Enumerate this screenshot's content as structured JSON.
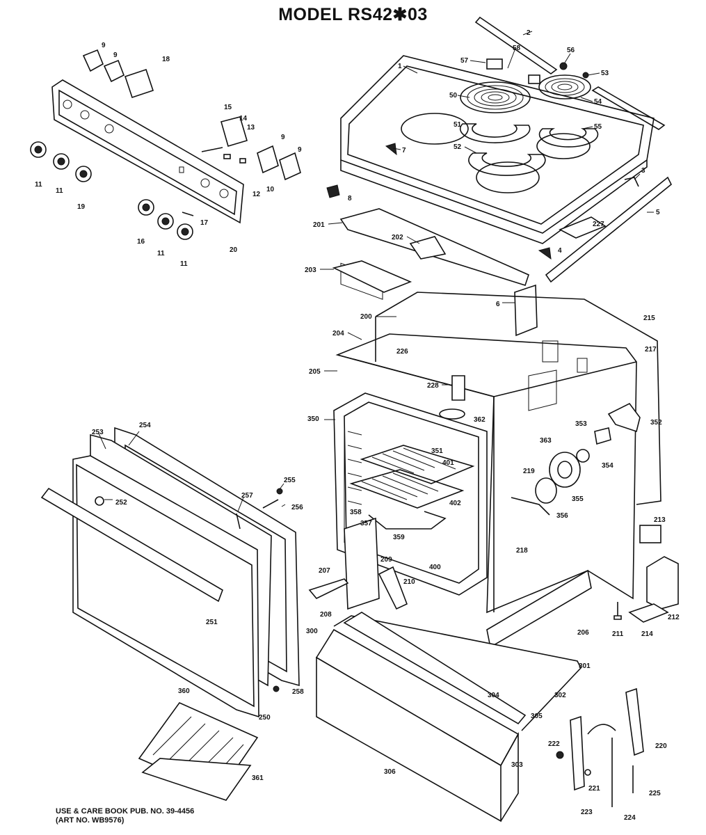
{
  "title": "MODEL RS42✱03",
  "footer": {
    "line1": "USE & CARE BOOK PUB. NO. 39-4456",
    "line2": "(ART NO. WB9576)"
  },
  "callouts": {
    "c1": "1",
    "c2": "2",
    "c3": "3",
    "c4": "4",
    "c5": "5",
    "c6": "6",
    "c7": "7",
    "c8": "8",
    "c9a": "9",
    "c9b": "9",
    "c9c": "9",
    "c9d": "9",
    "c10": "10",
    "c11a": "11",
    "c11b": "11",
    "c11c": "11",
    "c11d": "11",
    "c12": "12",
    "c13": "13",
    "c14": "14",
    "c15": "15",
    "c16": "16",
    "c17": "17",
    "c18": "18",
    "c19": "19",
    "c20": "20",
    "c50": "50",
    "c51": "51",
    "c52": "52",
    "c53": "53",
    "c54": "54",
    "c55": "55",
    "c56": "56",
    "c57": "57",
    "c58": "58",
    "c200": "200",
    "c201": "201",
    "c202": "202",
    "c203": "203",
    "c204": "204",
    "c205": "205",
    "c206": "206",
    "c207": "207",
    "c208": "208",
    "c209": "209",
    "c210": "210",
    "c211": "211",
    "c212": "212",
    "c213": "213",
    "c214": "214",
    "c215": "215",
    "c217": "217",
    "c218": "218",
    "c219": "219",
    "c220": "220",
    "c221": "221",
    "c222": "222",
    "c223": "223",
    "c224": "224",
    "c225": "225",
    "c226": "226",
    "c227": "227",
    "c228": "228",
    "c250": "250",
    "c251": "251",
    "c252": "252",
    "c253": "253",
    "c254": "254",
    "c255": "255",
    "c256": "256",
    "c257": "257",
    "c258": "258",
    "c300": "300",
    "c301": "301",
    "c302": "302",
    "c303": "303",
    "c304": "304",
    "c305": "305",
    "c306": "306",
    "c350": "350",
    "c351": "351",
    "c352": "352",
    "c353": "353",
    "c354": "354",
    "c355": "355",
    "c356": "356",
    "c357": "357",
    "c358": "358",
    "c359": "359",
    "c360": "360",
    "c361": "361",
    "c362": "362",
    "c363": "363",
    "c400": "400",
    "c401": "401",
    "c402": "402"
  }
}
